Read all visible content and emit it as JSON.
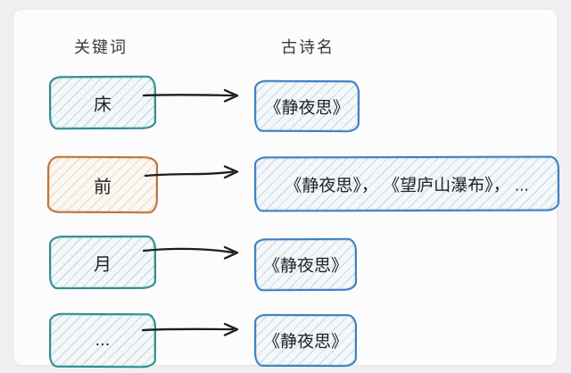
{
  "headers": {
    "keyword": "关键词",
    "poem": "古诗名"
  },
  "rows": [
    {
      "keyword": "床",
      "poems": "《静夜思》",
      "highlighted": false
    },
    {
      "keyword": "前",
      "poems": "《静夜思》， 《望庐山瀑布》， ...",
      "highlighted": true
    },
    {
      "keyword": "月",
      "poems": "《静夜思》",
      "highlighted": false
    },
    {
      "keyword": "...",
      "poems": "《静夜思》",
      "highlighted": false
    }
  ],
  "colors": {
    "keyword_box_border": "#2e8b8e",
    "highlight_box_border": "#bd7439",
    "poem_box_border": "#3d7fc0",
    "arrow": "#1d1d1d",
    "panel_background": "#fcfcfd",
    "page_background": "#f0f0f2"
  }
}
